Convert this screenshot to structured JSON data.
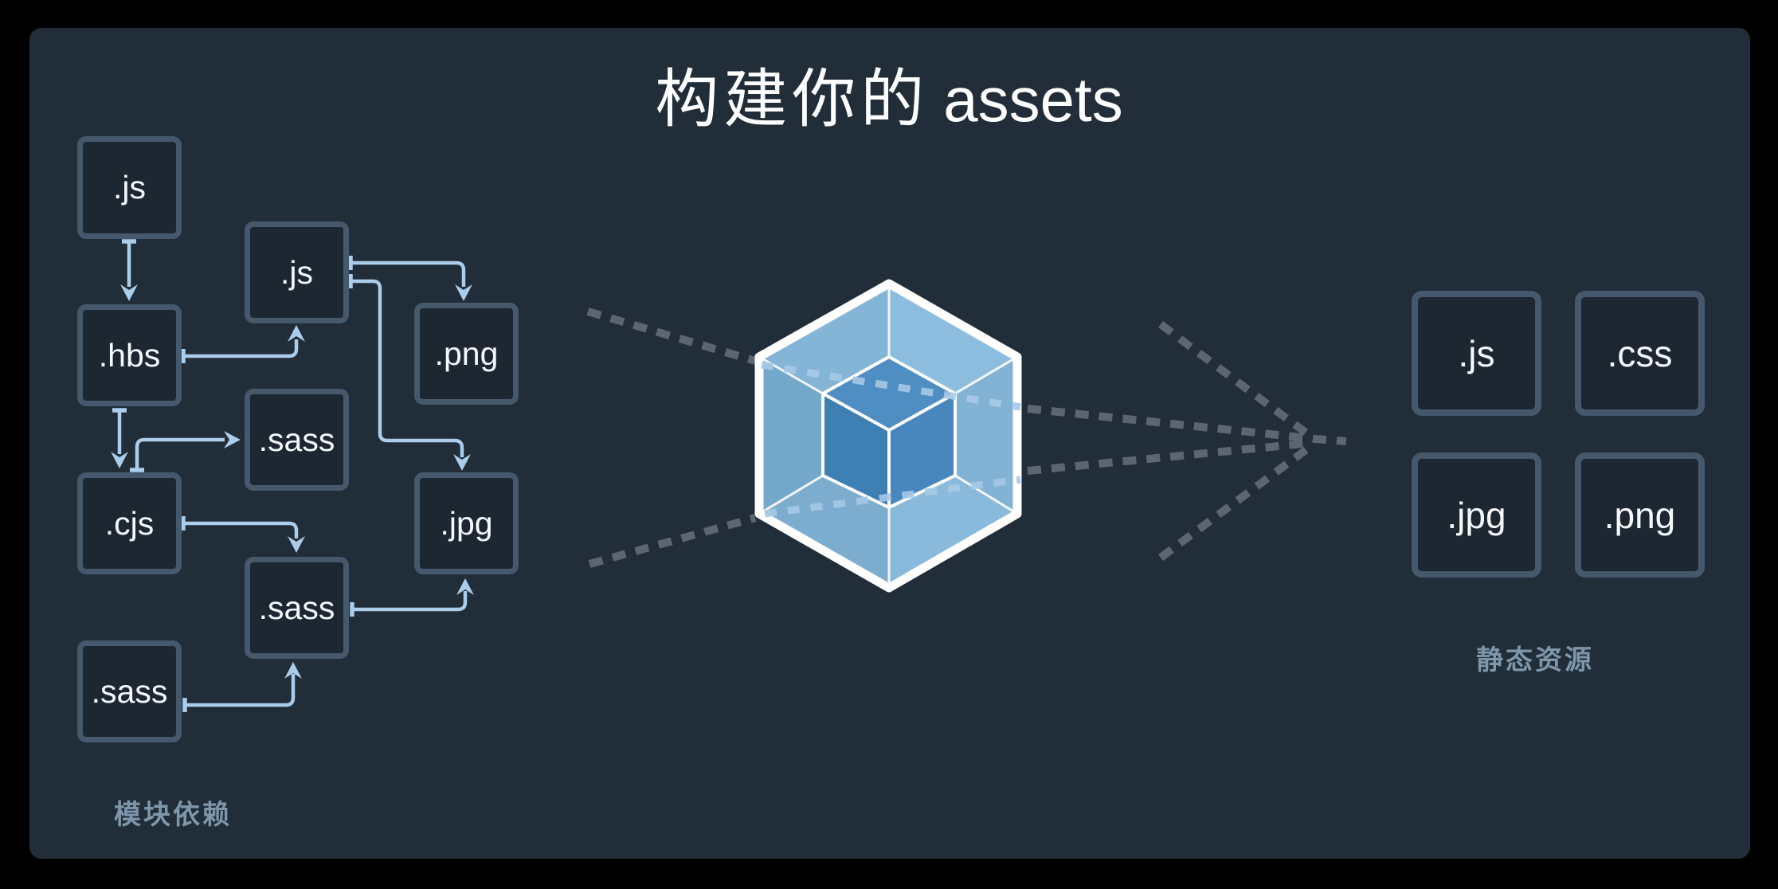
{
  "title": {
    "zh": "构建你的",
    "en": "assets"
  },
  "left_graph": {
    "caption": "模块依赖",
    "nodes": [
      {
        "id": "js-top",
        "label": ".js"
      },
      {
        "id": "js-mid",
        "label": ".js"
      },
      {
        "id": "hbs",
        "label": ".hbs"
      },
      {
        "id": "png",
        "label": ".png"
      },
      {
        "id": "sass-mid",
        "label": ".sass"
      },
      {
        "id": "cjs",
        "label": ".cjs"
      },
      {
        "id": "jpg",
        "label": ".jpg"
      },
      {
        "id": "sass-bottom",
        "label": ".sass"
      },
      {
        "id": "sass-bottom-left",
        "label": ".sass"
      }
    ],
    "edges": [
      "js-top → hbs",
      "hbs → js-mid",
      "hbs → cjs",
      "cjs → sass-mid",
      "cjs → sass-bottom",
      "js-mid → png",
      "js-mid → jpg",
      "sass-bottom → jpg",
      "sass-bottom-left → sass-bottom"
    ]
  },
  "bundler": {
    "icon": "webpack-cube"
  },
  "output_grid": {
    "caption": "静态资源",
    "nodes": [
      {
        "id": "out-js",
        "label": ".js"
      },
      {
        "id": "out-css",
        "label": ".css"
      },
      {
        "id": "out-jpg",
        "label": ".jpg"
      },
      {
        "id": "out-png",
        "label": ".png"
      }
    ]
  },
  "colors": {
    "canvas": "#000000",
    "panel": "#212d38",
    "node_border": "#45586c",
    "node_fill": "#1c2732",
    "edge_arrow": "#abcdea",
    "flow_dash_gray": "#5b6672",
    "flow_dash_blue": "#a6c9e6",
    "caption_text": "#7e96aa",
    "cube_shell": "#83b4d5",
    "cube_core": "#3e7fb4",
    "title_text": "#fdfeff"
  }
}
